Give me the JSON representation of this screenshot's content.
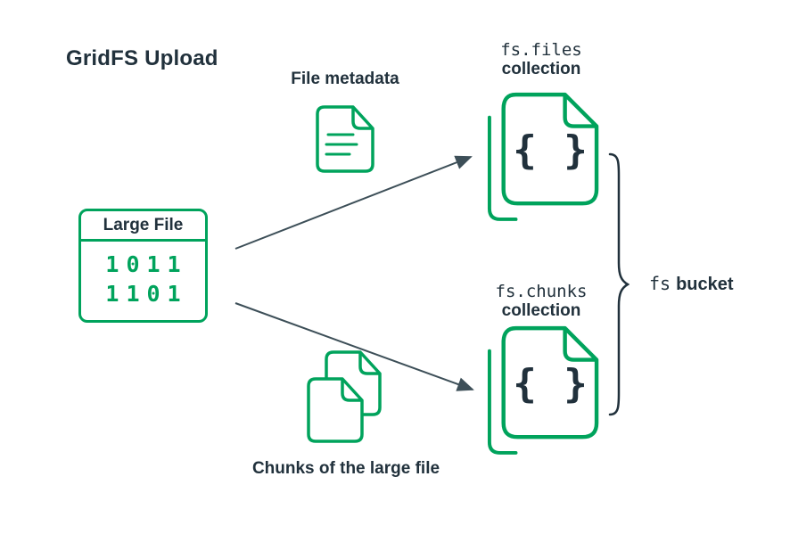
{
  "diagram": {
    "title": "GridFS Upload",
    "file_metadata_label": "File metadata",
    "chunks_caption": "Chunks of the large file",
    "large_file": {
      "title": "Large File",
      "binary_rows": [
        "1011",
        "1101"
      ]
    },
    "files_collection": {
      "name": "fs.files",
      "type_label": "collection",
      "content": "{ }"
    },
    "chunks_collection": {
      "name": "fs.chunks",
      "type_label": "collection",
      "content": "{ }"
    },
    "bucket_label": {
      "code": "fs",
      "text": "bucket"
    }
  },
  "colors": {
    "accent_green": "#00A35C",
    "text_dark": "#21313C",
    "arrow_gray": "#3D4F58",
    "background": "#FFFFFF"
  },
  "icons": [
    "document-lines-icon",
    "document-braces-icon",
    "stacked-documents-icon",
    "arrow-icon",
    "curly-brace-icon"
  ]
}
